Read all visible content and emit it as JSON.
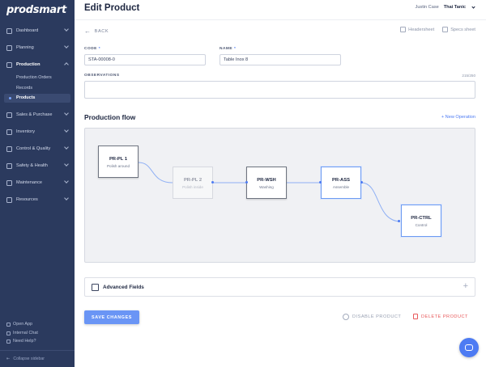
{
  "app": {
    "logo_text": "prodsmart"
  },
  "sidebar": {
    "items": [
      {
        "label": "Dashboard",
        "icon": "dashboard-icon"
      },
      {
        "label": "Planning",
        "icon": "calendar-icon"
      },
      {
        "label": "Production",
        "icon": "factory-icon",
        "expanded": true
      },
      {
        "label": "Sales & Purchase",
        "icon": "cart-icon"
      },
      {
        "label": "Inventory",
        "icon": "box-icon"
      },
      {
        "label": "Control & Quality",
        "icon": "check-icon"
      },
      {
        "label": "Safety & Health",
        "icon": "shield-icon"
      },
      {
        "label": "Maintenance",
        "icon": "wrench-icon"
      },
      {
        "label": "Resources",
        "icon": "layers-icon"
      }
    ],
    "production_sub": [
      {
        "label": "Production Orders"
      },
      {
        "label": "Records"
      },
      {
        "label": "Products",
        "active": true
      }
    ],
    "footer": {
      "open_app": "Open App",
      "internal_chat": "Internal Chat",
      "need_help": "Need Help?",
      "collapse": "Collapse sidebar"
    }
  },
  "header": {
    "title": "Edit Product",
    "user_name": "Justin Case",
    "org_name": "Thai Tanic"
  },
  "toolbar": {
    "back_label": "BACK",
    "headersheet_label": "Headersheet",
    "specs_label": "Specs sheet"
  },
  "form": {
    "code_label": "CODE",
    "code_value": "STA-00008-0",
    "name_label": "NAME",
    "name_value": "Table Inox 8",
    "required_marker": "*",
    "observations_label": "OBSERVATIONS",
    "observations_counter": "215/250",
    "observations_value": ""
  },
  "flow": {
    "title": "Production flow",
    "new_operation_label": "+ New Operation",
    "nodes": [
      {
        "code": "PR-PL 1",
        "desc": "Polish around",
        "state": "normal"
      },
      {
        "code": "PR-PL 2",
        "desc": "Polish inside",
        "state": "disabled"
      },
      {
        "code": "PR-WSH",
        "desc": "Washing",
        "state": "normal"
      },
      {
        "code": "PR-ASS",
        "desc": "Assemble",
        "state": "selected"
      },
      {
        "code": "PR-CTRL",
        "desc": "Control",
        "state": "selected"
      }
    ]
  },
  "advanced": {
    "label": "Advanced Fields"
  },
  "actions": {
    "save_label": "SAVE CHANGES",
    "disable_label": "DISABLE PRODUCT",
    "delete_label": "DELETE PRODUCT"
  },
  "colors": {
    "sidebar_bg": "#2b3a5e",
    "accent": "#4d7bf3",
    "danger": "#e8595b"
  }
}
